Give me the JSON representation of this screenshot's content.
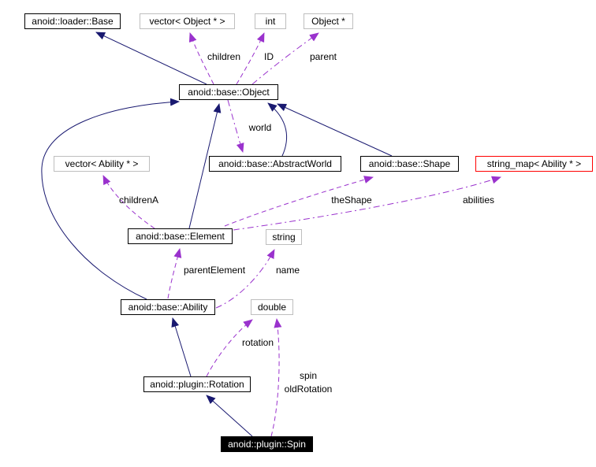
{
  "diagram": {
    "kind": "collaboration-graph",
    "current_class": "anoid::plugin::Spin"
  },
  "colors": {
    "background": "#ffffff",
    "inheritance_edge": "#191970",
    "usage_edge": "#9a32cd",
    "node_border": "#000000",
    "external_node_border": "#bebebe",
    "truncated_node_border": "#ff0000",
    "current_node_fill": "#000000",
    "current_node_text": "#ffffff"
  },
  "nodes": {
    "loader_base": {
      "label": "anoid::loader::Base"
    },
    "vector_object": {
      "label": "vector< Object * >"
    },
    "int": {
      "label": "int"
    },
    "object_ptr": {
      "label": "Object *"
    },
    "base_object": {
      "label": "anoid::base::Object"
    },
    "vector_ability": {
      "label": "vector< Ability * >"
    },
    "abstract_world": {
      "label": "anoid::base::AbstractWorld"
    },
    "shape": {
      "label": "anoid::base::Shape"
    },
    "string_map": {
      "label": "string_map< Ability * >"
    },
    "element": {
      "label": "anoid::base::Element"
    },
    "string": {
      "label": "string"
    },
    "ability": {
      "label": "anoid::base::Ability"
    },
    "double": {
      "label": "double"
    },
    "rotation": {
      "label": "anoid::plugin::Rotation"
    },
    "spin": {
      "label": "anoid::plugin::Spin"
    }
  },
  "edge_labels": {
    "children": "children",
    "id": "ID",
    "parent": "parent",
    "world": "world",
    "childrenA": "childrenA",
    "theShape": "theShape",
    "abilities": "abilities",
    "parentElement": "parentElement",
    "name": "name",
    "rotation": "rotation",
    "spin": "spin",
    "oldRotation": "oldRotation"
  },
  "edges": [
    {
      "from": "anoid::base::Object",
      "to": "anoid::loader::Base",
      "type": "inheritance"
    },
    {
      "from": "anoid::base::Object",
      "to": "vector< Object * >",
      "type": "usage",
      "label": "children"
    },
    {
      "from": "anoid::base::Object",
      "to": "int",
      "type": "usage",
      "label": "ID"
    },
    {
      "from": "anoid::base::Object",
      "to": "Object *",
      "type": "usage",
      "label": "parent"
    },
    {
      "from": "anoid::base::Object",
      "to": "anoid::base::AbstractWorld",
      "type": "usage",
      "label": "world"
    },
    {
      "from": "anoid::base::AbstractWorld",
      "to": "anoid::base::Object",
      "type": "inheritance"
    },
    {
      "from": "anoid::base::Shape",
      "to": "anoid::base::Object",
      "type": "inheritance"
    },
    {
      "from": "anoid::base::Element",
      "to": "anoid::base::Object",
      "type": "inheritance"
    },
    {
      "from": "anoid::base::Element",
      "to": "vector< Ability * >",
      "type": "usage",
      "label": "childrenA"
    },
    {
      "from": "anoid::base::Element",
      "to": "anoid::base::Shape",
      "type": "usage",
      "label": "theShape"
    },
    {
      "from": "anoid::base::Element",
      "to": "string_map< Ability * >",
      "type": "usage",
      "label": "abilities"
    },
    {
      "from": "anoid::base::Ability",
      "to": "anoid::base::Object",
      "type": "inheritance"
    },
    {
      "from": "anoid::base::Ability",
      "to": "anoid::base::Element",
      "type": "usage",
      "label": "parentElement"
    },
    {
      "from": "anoid::base::Ability",
      "to": "string",
      "type": "usage",
      "label": "name"
    },
    {
      "from": "anoid::plugin::Rotation",
      "to": "anoid::base::Ability",
      "type": "inheritance"
    },
    {
      "from": "anoid::plugin::Rotation",
      "to": "double",
      "type": "usage",
      "label": "rotation"
    },
    {
      "from": "anoid::plugin::Spin",
      "to": "anoid::plugin::Rotation",
      "type": "inheritance"
    },
    {
      "from": "anoid::plugin::Spin",
      "to": "double",
      "type": "usage",
      "label": "spin oldRotation"
    }
  ]
}
